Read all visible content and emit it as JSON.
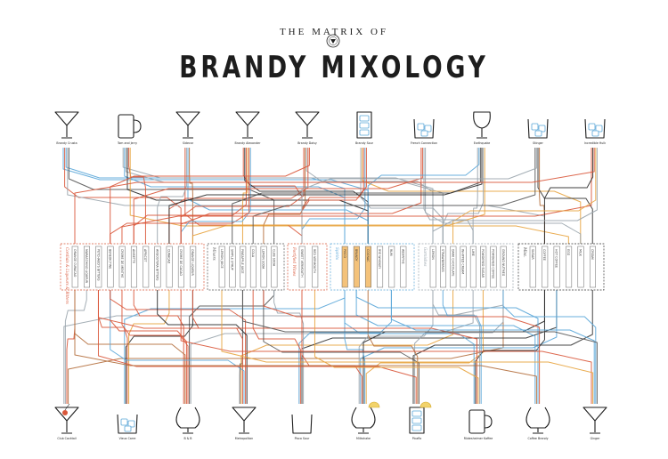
{
  "header": {
    "subtitle": "THE MATRIX OF",
    "title": "BRANDY MIXOLOGY"
  },
  "cocktails_top": [
    {
      "name": "Brandy Crusta",
      "glass": "martini"
    },
    {
      "name": "Tom and Jerry",
      "glass": "mug"
    },
    {
      "name": "Sidecar",
      "glass": "martini"
    },
    {
      "name": "Brandy Alexander",
      "glass": "martini"
    },
    {
      "name": "Brandy Daisy",
      "glass": "martini"
    },
    {
      "name": "Brandy Sour",
      "glass": "highball"
    },
    {
      "name": "French Connection",
      "glass": "rocks"
    },
    {
      "name": "Earthquake",
      "glass": "wine"
    },
    {
      "name": "Stinger",
      "glass": "rocks"
    },
    {
      "name": "Incredible Hulk",
      "glass": "rocks"
    }
  ],
  "cocktails_bottom": [
    {
      "name": "Club Cocktail",
      "glass": "martini-cherry"
    },
    {
      "name": "Vieux Carre",
      "glass": "rocks"
    },
    {
      "name": "B & B",
      "glass": "snifter"
    },
    {
      "name": "Metropolitan",
      "glass": "martini"
    },
    {
      "name": "Pisco Sour",
      "glass": "rocks-plain"
    },
    {
      "name": "Milkshake",
      "glass": "snifter-lemon"
    },
    {
      "name": "Picaflo",
      "glass": "highball-lemon"
    },
    {
      "name": "Rüdesheimer Kaffee",
      "glass": "mug"
    },
    {
      "name": "Coffee Brandy",
      "glass": "snifter"
    },
    {
      "name": "Ginger",
      "glass": "martini"
    }
  ],
  "ingredient_groups": [
    {
      "label": "Cordials & Liqueurs & Bitters",
      "color": "#d9573a",
      "items": [
        "ORANGE CURACAO",
        "MARASCHINO LIQUEUR",
        "PEYCHAUD'S BITTERS",
        "BENEDICTINE",
        "CREME DE MENTHE",
        "ANISETTE",
        "APRICOT",
        "ANGOSTURA BITTERS",
        "CURACAO",
        "CREME DE CACAO",
        "ORANGE LIQUEUR"
      ]
    },
    {
      "label": "Mixers",
      "color": "#555555",
      "items": [
        "LEMON JUICE",
        "SIMPLE SYRUP",
        "PINEAPPLE JUICE",
        "COLA",
        "LEMON SODA",
        "CLUB SODA"
      ]
    },
    {
      "label": "Fortified Wines",
      "color": "#d9573a",
      "items": [
        "SWEET VERMOUTH",
        "RED VERMOUTH"
      ]
    },
    {
      "label": "Spirits",
      "color": "#5aa6d8",
      "items": [
        "PISCO",
        "BRANDY",
        "COGNAC",
        "RYE WHISKEY",
        "RUM",
        "ABSINTHE"
      ]
    },
    {
      "label": "Garnishes",
      "color": "#9aa5ad",
      "items": [
        "LEMON",
        "STRAWBERRIES",
        "DARK CHOCOLATE",
        "WHIPPED CREAM",
        "LIME",
        "POWDERED SUGAR",
        "POWDERED COFFEE",
        "GROUND NUTMEG"
      ]
    },
    {
      "label": "Misc.",
      "color": "#333333",
      "items": [
        "SUGAR",
        "COFFEE",
        "HOT COFFEE",
        "EGG",
        "MILK",
        "CREAM"
      ]
    }
  ],
  "colors": {
    "ink": "#1d1d1d",
    "line_orange": "#e8a43f",
    "line_red": "#d9573a",
    "line_blue": "#5aa6d8",
    "line_grey": "#9aa5ad",
    "line_dark": "#2a2a2a",
    "line_brown": "#b46e3c",
    "spirit_highlight": "#f4c27a"
  }
}
